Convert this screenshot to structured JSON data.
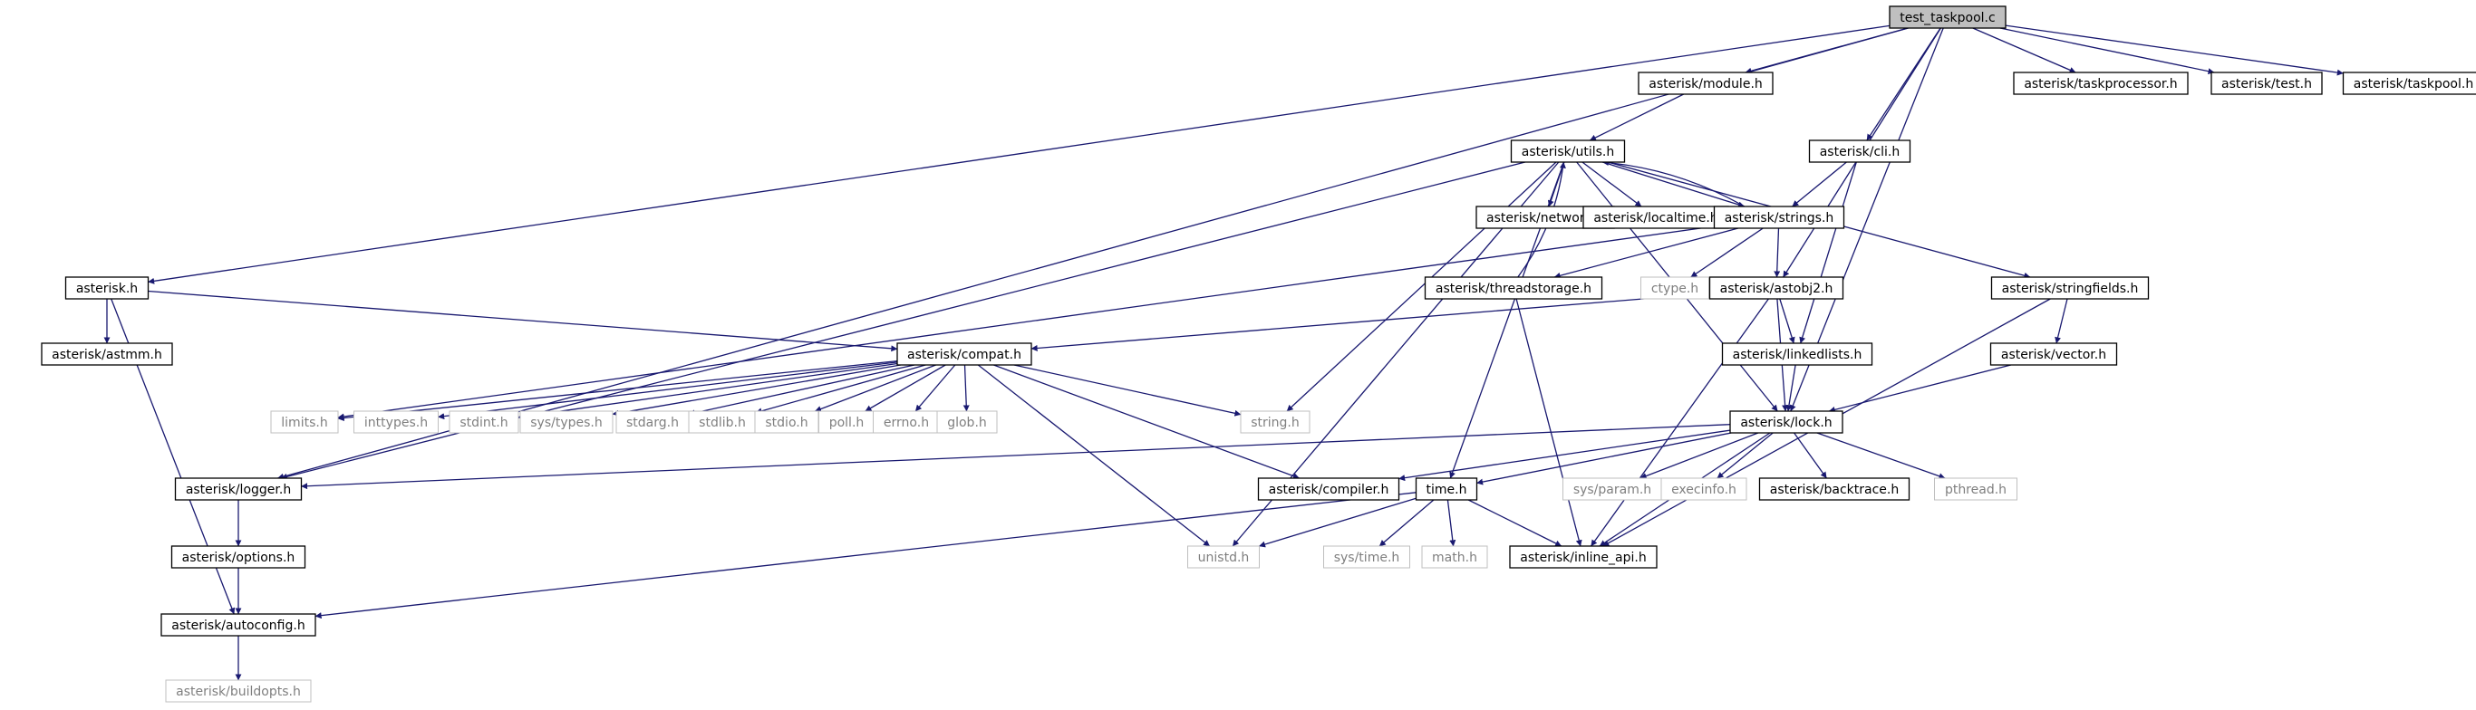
{
  "diagram": {
    "colors": {
      "edge": "#191970",
      "root_fill": "#bfbfbf",
      "node_border": "#000000",
      "missing_border": "#bfbfbf",
      "missing_text": "#7f7f7f",
      "text": "#000000"
    },
    "nodes": [
      {
        "id": "root",
        "label": "test_taskpool.c",
        "kind": "root"
      },
      {
        "id": "asterisk",
        "label": "asterisk.h",
        "kind": "header"
      },
      {
        "id": "module",
        "label": "asterisk/module.h",
        "kind": "header"
      },
      {
        "id": "taskprocessor",
        "label": "asterisk/taskprocessor.h",
        "kind": "header"
      },
      {
        "id": "test",
        "label": "asterisk/test.h",
        "kind": "header"
      },
      {
        "id": "taskpool",
        "label": "asterisk/taskpool.h",
        "kind": "header"
      },
      {
        "id": "utils",
        "label": "asterisk/utils.h",
        "kind": "header"
      },
      {
        "id": "cli",
        "label": "asterisk/cli.h",
        "kind": "header"
      },
      {
        "id": "network",
        "label": "asterisk/network.h",
        "kind": "header"
      },
      {
        "id": "localtime",
        "label": "asterisk/localtime.h",
        "kind": "header"
      },
      {
        "id": "strings",
        "label": "asterisk/strings.h",
        "kind": "header"
      },
      {
        "id": "threadstorage",
        "label": "asterisk/threadstorage.h",
        "kind": "header"
      },
      {
        "id": "ctype",
        "label": "ctype.h",
        "kind": "missing"
      },
      {
        "id": "astobj2",
        "label": "asterisk/astobj2.h",
        "kind": "header"
      },
      {
        "id": "stringfields",
        "label": "asterisk/stringfields.h",
        "kind": "header"
      },
      {
        "id": "astmm",
        "label": "asterisk/astmm.h",
        "kind": "header"
      },
      {
        "id": "compat",
        "label": "asterisk/compat.h",
        "kind": "header"
      },
      {
        "id": "linkedlists",
        "label": "asterisk/linkedlists.h",
        "kind": "header"
      },
      {
        "id": "vector",
        "label": "asterisk/vector.h",
        "kind": "header"
      },
      {
        "id": "limits",
        "label": "limits.h",
        "kind": "missing"
      },
      {
        "id": "inttypes",
        "label": "inttypes.h",
        "kind": "missing"
      },
      {
        "id": "stdint",
        "label": "stdint.h",
        "kind": "missing"
      },
      {
        "id": "systypes",
        "label": "sys/types.h",
        "kind": "missing"
      },
      {
        "id": "stdarg",
        "label": "stdarg.h",
        "kind": "missing"
      },
      {
        "id": "stdlib",
        "label": "stdlib.h",
        "kind": "missing"
      },
      {
        "id": "stdio",
        "label": "stdio.h",
        "kind": "missing"
      },
      {
        "id": "poll",
        "label": "poll.h",
        "kind": "missing"
      },
      {
        "id": "errno",
        "label": "errno.h",
        "kind": "missing"
      },
      {
        "id": "glob",
        "label": "glob.h",
        "kind": "missing"
      },
      {
        "id": "string",
        "label": "string.h",
        "kind": "missing"
      },
      {
        "id": "lock",
        "label": "asterisk/lock.h",
        "kind": "header"
      },
      {
        "id": "logger",
        "label": "asterisk/logger.h",
        "kind": "header"
      },
      {
        "id": "compiler",
        "label": "asterisk/compiler.h",
        "kind": "header"
      },
      {
        "id": "time",
        "label": "time.h",
        "kind": "header"
      },
      {
        "id": "sysparam",
        "label": "sys/param.h",
        "kind": "missing"
      },
      {
        "id": "execinfo",
        "label": "execinfo.h",
        "kind": "missing"
      },
      {
        "id": "backtrace",
        "label": "asterisk/backtrace.h",
        "kind": "header"
      },
      {
        "id": "pthread",
        "label": "pthread.h",
        "kind": "missing"
      },
      {
        "id": "options",
        "label": "asterisk/options.h",
        "kind": "header"
      },
      {
        "id": "unistd",
        "label": "unistd.h",
        "kind": "missing"
      },
      {
        "id": "systime",
        "label": "sys/time.h",
        "kind": "missing"
      },
      {
        "id": "math",
        "label": "math.h",
        "kind": "missing"
      },
      {
        "id": "inline_api",
        "label": "asterisk/inline_api.h",
        "kind": "header"
      },
      {
        "id": "autoconfig",
        "label": "asterisk/autoconfig.h",
        "kind": "header"
      },
      {
        "id": "buildopts",
        "label": "asterisk/buildopts.h",
        "kind": "missing"
      }
    ],
    "edges": [
      [
        "root",
        "asterisk"
      ],
      [
        "root",
        "logger"
      ],
      [
        "root",
        "module"
      ],
      [
        "root",
        "cli"
      ],
      [
        "root",
        "astobj2"
      ],
      [
        "root",
        "lock"
      ],
      [
        "root",
        "taskprocessor"
      ],
      [
        "root",
        "test"
      ],
      [
        "root",
        "taskpool"
      ],
      [
        "asterisk",
        "astmm"
      ],
      [
        "asterisk",
        "compat"
      ],
      [
        "asterisk",
        "autoconfig"
      ],
      [
        "module",
        "utils"
      ],
      [
        "cli",
        "strings"
      ],
      [
        "cli",
        "linkedlists"
      ],
      [
        "utils",
        "logger"
      ],
      [
        "utils",
        "network"
      ],
      [
        "utils",
        "localtime"
      ],
      [
        "utils",
        "strings"
      ],
      [
        "utils",
        "stringfields"
      ],
      [
        "utils",
        "lock"
      ],
      [
        "utils",
        "string"
      ],
      [
        "utils",
        "unistd"
      ],
      [
        "utils",
        "time"
      ],
      [
        "strings",
        "utils"
      ],
      [
        "strings",
        "threadstorage"
      ],
      [
        "strings",
        "ctype"
      ],
      [
        "strings",
        "astobj2"
      ],
      [
        "strings",
        "limits"
      ],
      [
        "threadstorage",
        "utils"
      ],
      [
        "threadstorage",
        "inline_api"
      ],
      [
        "astobj2",
        "compat"
      ],
      [
        "astobj2",
        "linkedlists"
      ],
      [
        "astobj2",
        "lock"
      ],
      [
        "astobj2",
        "inline_api"
      ],
      [
        "stringfields",
        "vector"
      ],
      [
        "stringfields",
        "inline_api"
      ],
      [
        "vector",
        "lock"
      ],
      [
        "linkedlists",
        "lock"
      ],
      [
        "compat",
        "limits"
      ],
      [
        "compat",
        "inttypes"
      ],
      [
        "compat",
        "stdint"
      ],
      [
        "compat",
        "systypes"
      ],
      [
        "compat",
        "stdarg"
      ],
      [
        "compat",
        "stdlib"
      ],
      [
        "compat",
        "stdio"
      ],
      [
        "compat",
        "poll"
      ],
      [
        "compat",
        "errno"
      ],
      [
        "compat",
        "glob"
      ],
      [
        "compat",
        "string"
      ],
      [
        "compat",
        "compiler"
      ],
      [
        "compat",
        "unistd"
      ],
      [
        "lock",
        "logger"
      ],
      [
        "lock",
        "compiler"
      ],
      [
        "lock",
        "time"
      ],
      [
        "lock",
        "sysparam"
      ],
      [
        "lock",
        "execinfo"
      ],
      [
        "lock",
        "backtrace"
      ],
      [
        "lock",
        "pthread"
      ],
      [
        "lock",
        "inline_api"
      ],
      [
        "logger",
        "options"
      ],
      [
        "options",
        "autoconfig"
      ],
      [
        "time",
        "unistd"
      ],
      [
        "time",
        "systime"
      ],
      [
        "time",
        "math"
      ],
      [
        "time",
        "inline_api"
      ],
      [
        "time",
        "autoconfig"
      ],
      [
        "autoconfig",
        "buildopts"
      ]
    ]
  }
}
